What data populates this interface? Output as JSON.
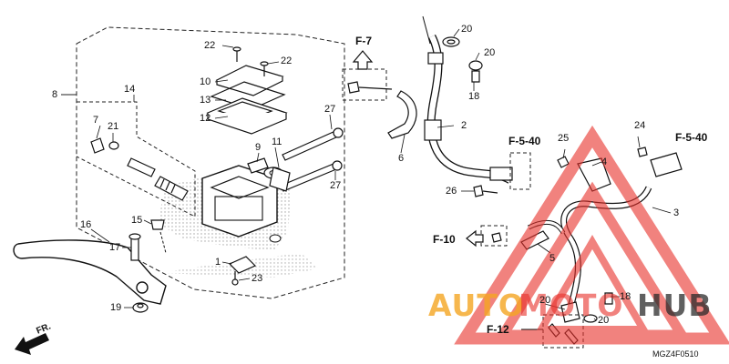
{
  "diagram": {
    "code": "MGZ4F0510",
    "front_arrow": "FR.",
    "refs": {
      "f7": "F-7",
      "f540_left": "F-5-40",
      "f540_right": "F-5-40",
      "f10": "F-10",
      "f12": "F-12"
    },
    "callouts": {
      "p8": "8",
      "p14": "14",
      "p7": "7",
      "p21": "21",
      "p22a": "22",
      "p22b": "22",
      "p10": "10",
      "p13": "13",
      "p12": "12",
      "p9": "9",
      "p11": "11",
      "p27a": "27",
      "p27b": "27",
      "p16": "16",
      "p15": "15",
      "p17": "17",
      "p1": "1",
      "p23": "23",
      "p19": "19",
      "p20a": "20",
      "p20b": "20",
      "p18a": "18",
      "p2": "2",
      "p6": "6",
      "p25": "25",
      "p4": "4",
      "p26": "26",
      "p24": "24",
      "p3": "3",
      "p5": "5",
      "p20c": "20",
      "p18b": "18",
      "p20d": "20"
    },
    "watermark": {
      "auto": "AUTO",
      "moto": "MOTO",
      "hub": "HUB",
      "color_red": "#e8302a",
      "color_orange": "#f5a623",
      "color_dark": "#2b2b2b"
    }
  }
}
